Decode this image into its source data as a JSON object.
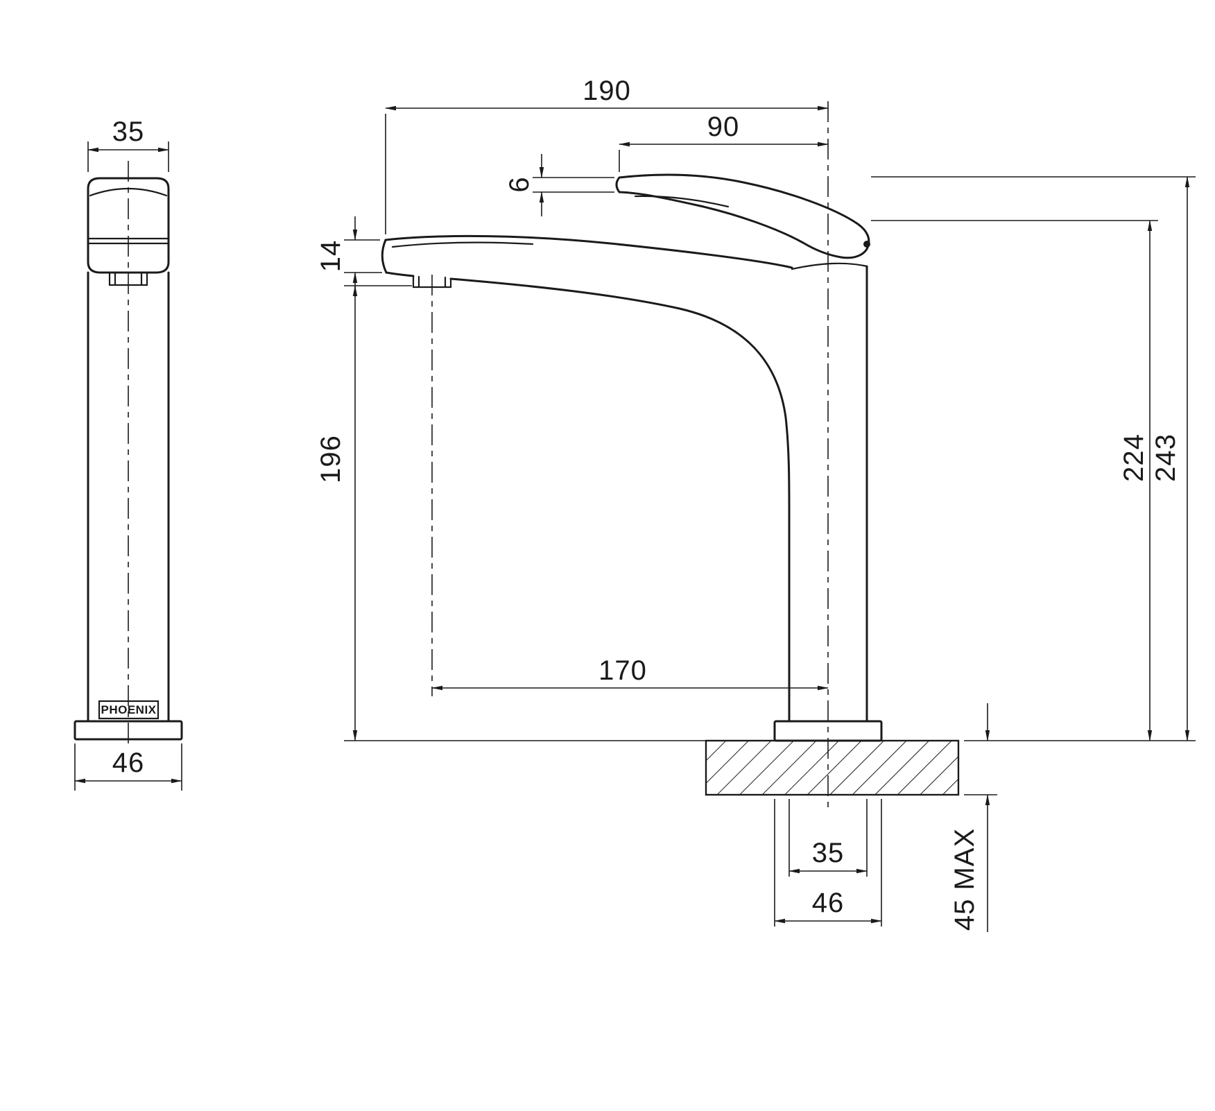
{
  "brand": "PHOENIX",
  "front_view": {
    "top_width": "35",
    "base_width": "46"
  },
  "side_view": {
    "overall_reach": "190",
    "handle_reach": "90",
    "handle_tip_thickness": "6",
    "spout_tip_thickness": "14",
    "outlet_height": "196",
    "outlet_reach": "170",
    "upper_height": "224",
    "overall_height": "243",
    "shank_width": "35",
    "base_width": "46",
    "bench_thickness_max": "45 MAX"
  }
}
